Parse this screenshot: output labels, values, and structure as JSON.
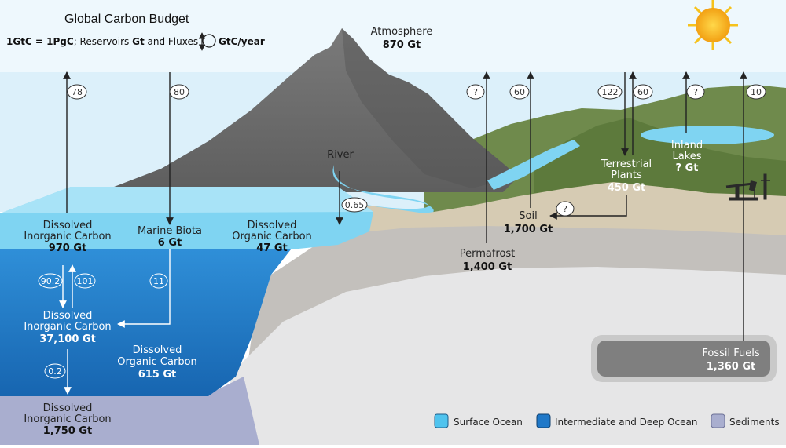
{
  "header": {
    "title": "Global Carbon Budget",
    "units_bold_1": "1GtC = 1PgC",
    "units_text_1": "; Reservoirs ",
    "units_bold_2": "Gt",
    "units_text_2": " and Fluxes ",
    "units_bold_3": "GtC/year"
  },
  "reservoirs": {
    "atmosphere": {
      "name": "Atmosphere",
      "value": "870 Gt"
    },
    "dic_surface": {
      "name_1": "Dissolved",
      "name_2": "Inorganic Carbon",
      "value": "970 Gt"
    },
    "marine_biota": {
      "name": "Marine Biota",
      "value": "6 Gt"
    },
    "doc_surface": {
      "name_1": "Dissolved",
      "name_2": "Organic Carbon",
      "value": "47 Gt"
    },
    "dic_deep": {
      "name_1": "Dissolved",
      "name_2": "Inorganic Carbon",
      "value": "37,100 Gt"
    },
    "doc_deep": {
      "name_1": "Dissolved",
      "name_2": "Organic Carbon",
      "value": "615 Gt"
    },
    "dic_sediment": {
      "name_1": "Dissolved",
      "name_2": "Inorganic Carbon",
      "value": "1,750 Gt"
    },
    "river": {
      "name": "River"
    },
    "soil": {
      "name": "Soil",
      "value": "1,700 Gt"
    },
    "permafrost": {
      "name": "Permafrost",
      "value": "1,400 Gt"
    },
    "plants": {
      "name_1": "Terrestrial",
      "name_2": "Plants",
      "value": "450 Gt"
    },
    "lakes": {
      "name_1": "Inland",
      "name_2": "Lakes",
      "value": "? Gt"
    },
    "fossil": {
      "name": "Fossil Fuels",
      "value": "1,360 Gt"
    }
  },
  "fluxes": {
    "ocean_up": "78",
    "ocean_down": "80",
    "permafrost_up": "?",
    "soil_up": "60",
    "plants_up": "122",
    "plants_down": "60",
    "lakes_up": "?",
    "fossil_up": "10",
    "river_flux": "0.65",
    "plants_soil": "?",
    "dic_down": "90.2",
    "dic_up": "101",
    "biota_down": "11",
    "sediment_down": "0.2"
  },
  "legend": {
    "surface": {
      "label": "Surface Ocean",
      "color": "#4fc3ee"
    },
    "deep": {
      "label": "Intermediate and Deep Ocean",
      "color": "#1f78c8"
    },
    "sediments": {
      "label": "Sediments",
      "color": "#a9aecf"
    }
  }
}
